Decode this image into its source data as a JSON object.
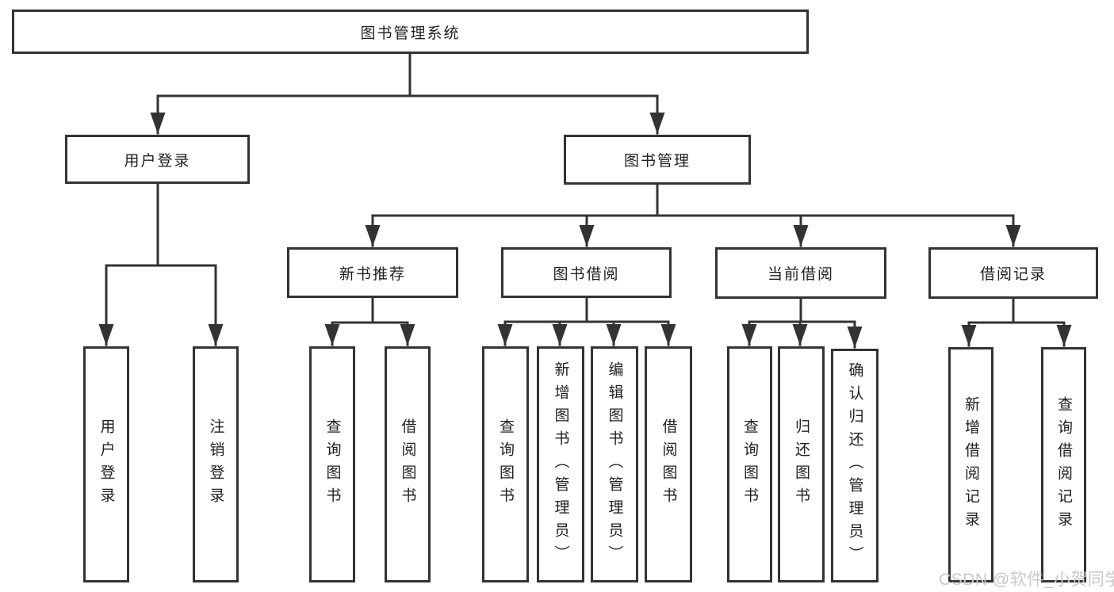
{
  "tree": {
    "root": {
      "label": "图书管理系统"
    },
    "branches": [
      {
        "label": "用户登录",
        "children": [
          {
            "label": "用户登录"
          },
          {
            "label": "注销登录"
          }
        ]
      },
      {
        "label": "图书管理",
        "sections": [
          {
            "label": "新书推荐",
            "children": [
              {
                "label": "查询图书"
              },
              {
                "label": "借阅图书"
              }
            ]
          },
          {
            "label": "图书借阅",
            "children": [
              {
                "label": "查询图书"
              },
              {
                "label": "新增图书（管理员）"
              },
              {
                "label": "编辑图书（管理员）"
              },
              {
                "label": "借阅图书"
              }
            ]
          },
          {
            "label": "当前借阅",
            "children": [
              {
                "label": "查询图书"
              },
              {
                "label": "归还图书"
              },
              {
                "label": "确认归还（管理员）"
              }
            ]
          },
          {
            "label": "借阅记录",
            "children": [
              {
                "label": "新增借阅记录"
              },
              {
                "label": "查询借阅记录"
              }
            ]
          }
        ]
      }
    ]
  },
  "watermark": {
    "text": "CSDN @软件_小贺同学"
  },
  "colors": {
    "line": "#333333",
    "text": "#1f1f1f",
    "watermark": "#c9c9c9",
    "background": "#ffffff"
  }
}
